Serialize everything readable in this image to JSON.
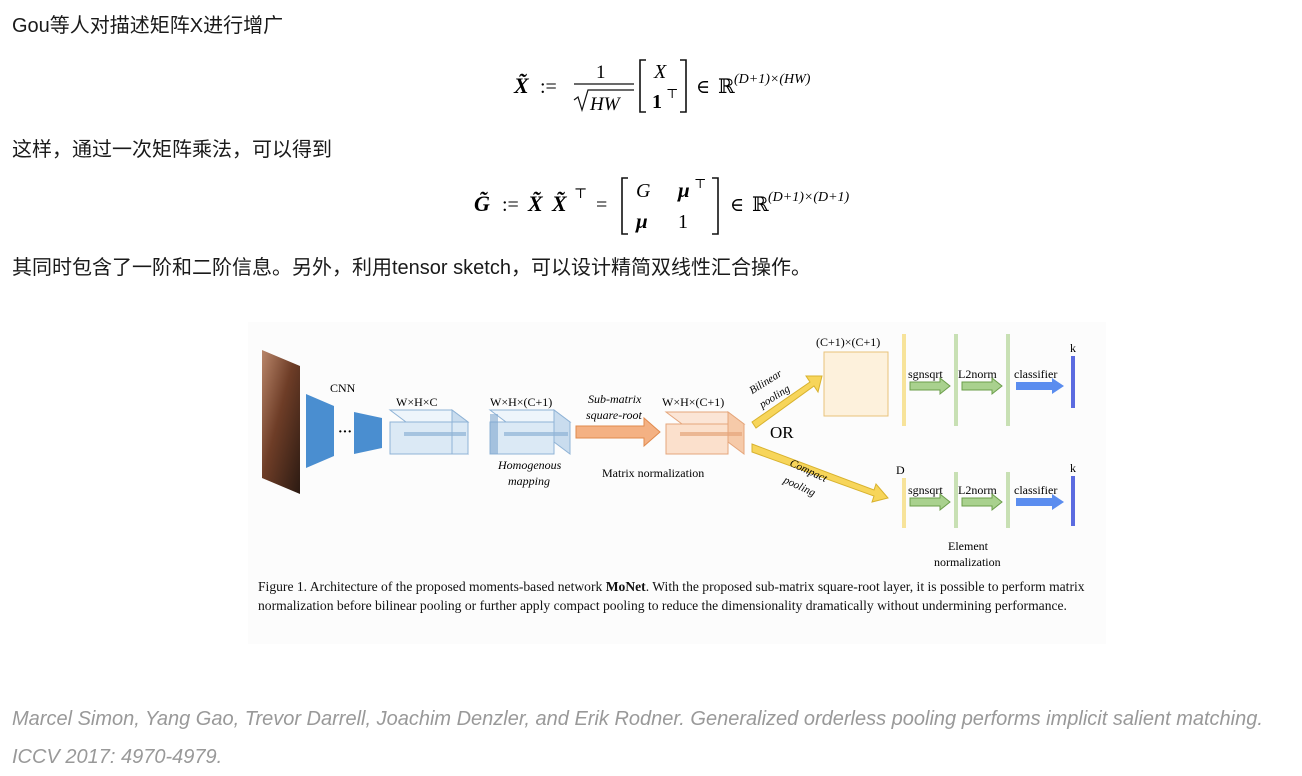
{
  "paragraphs": {
    "p1": "Gou等人对描述矩阵X进行增广",
    "p2": "这样，通过一次矩阵乘法，可以得到",
    "p3": "其同时包含了一阶和二阶信息。另外，利用tensor sketch，可以设计精简双线性汇合操作。"
  },
  "equations": {
    "eq1": {
      "lhs": "X̃",
      "assign": ":=",
      "frac_num": "1",
      "frac_den": "HW",
      "matrix_top": "X",
      "matrix_bottom": "1",
      "matrix_bottom_sup": "⊤",
      "in": "∈",
      "space": "ℝ",
      "space_sup": "(D+1)×(HW)"
    },
    "eq2": {
      "lhs": "G̃",
      "assign": ":=",
      "rhs_a": "X̃",
      "rhs_b": "X̃",
      "rhs_sup": "⊤",
      "equals": "=",
      "m11": "G",
      "m12": "μ",
      "m12_sup": "⊤",
      "m21": "μ",
      "m22": "1",
      "in": "∈",
      "space": "ℝ",
      "space_sup": "(D+1)×(D+1)"
    }
  },
  "figure": {
    "labels": {
      "cnn": "CNN",
      "dots": "···",
      "whc": "W×H×C",
      "whc1_a": "W×H×(C+1)",
      "whc1_b": "W×H×(C+1)",
      "homog_1": "Homogenous",
      "homog_2": "mapping",
      "submatrix_1": "Sub-matrix",
      "submatrix_2": "square-root",
      "matrix_norm": "Matrix normalization",
      "bilinear_1": "Bilinear",
      "bilinear_2": "pooling",
      "or": "OR",
      "compact_1": "Compact",
      "compact_2": "pooling",
      "c1c1": "(C+1)×(C+1)",
      "d": "D",
      "sgnsqrt_top": "sgnsqrt",
      "l2norm_top": "L2norm",
      "classifier_top": "classifier",
      "k_top": "k",
      "sgnsqrt_bot": "sgnsqrt",
      "l2norm_bot": "L2norm",
      "classifier_bot": "classifier",
      "k_bot": "k",
      "element_1": "Element",
      "element_2": "normalization"
    },
    "caption_prefix": "Figure 1. Architecture of the proposed moments-based network ",
    "caption_bold": "MoNet",
    "caption_rest": ". With the proposed sub-matrix square-root layer, it is possible to perform matrix normalization before bilinear pooling or further apply compact pooling to reduce the dimensionality dramatically without undermining performance."
  },
  "reference": "Marcel Simon, Yang Gao, Trevor Darrell, Joachim Denzler, and Erik Rodner. Generalized orderless pooling performs implicit salient matching. ICCV 2017: 4970-4979.",
  "colors": {
    "cnn_blue": "#4a8ed0",
    "tensor_fill": "#dbe9f5",
    "orange_arrow": "#f4b183",
    "yellow_arrow": "#f7d55a",
    "green_arrow": "#a9d18e",
    "classifier_blue": "#5b8def",
    "reference_gray": "#999999"
  }
}
